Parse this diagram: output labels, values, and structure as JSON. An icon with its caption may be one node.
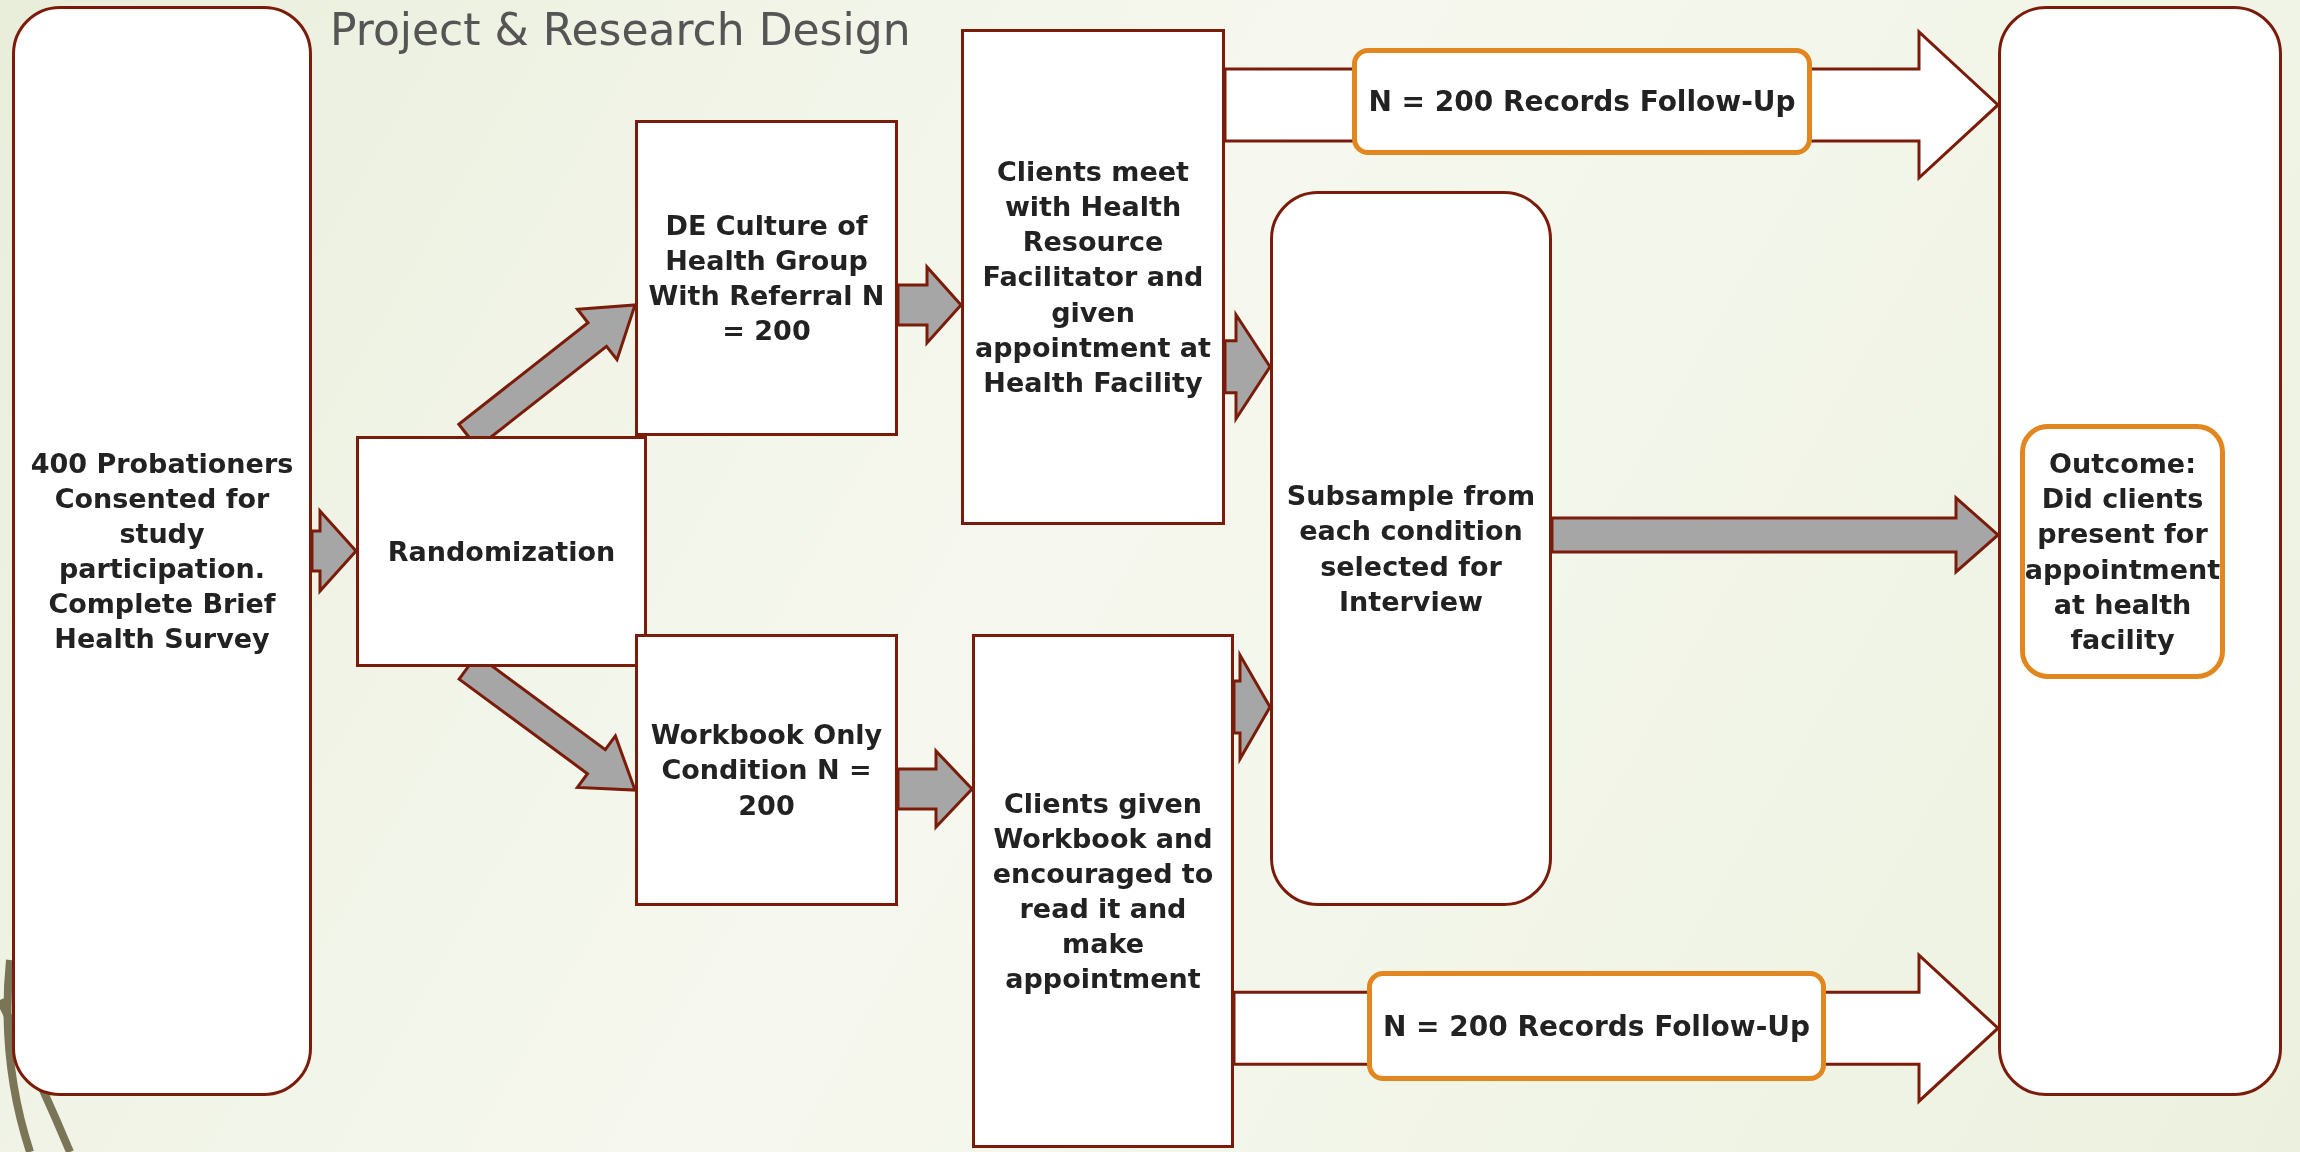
{
  "diagram": {
    "title": "Project & Research Design",
    "nodes": [
      {
        "text": [
          "400 Probationers Consented for study participation. Complete Brief Health Survey"
        ]
      },
      {
        "text": [
          "Randomization"
        ]
      },
      {
        "text": [
          "DE Culture of Health Group With Referral N = 200"
        ]
      },
      {
        "text": [
          "Workbook Only Condition N = 200"
        ]
      },
      {
        "text": [
          "Clients meet with Health Resource Facilitator and given appointment at Health Facility"
        ]
      },
      {
        "text": [
          "Clients given Workbook and encouraged to read it and make appointment"
        ]
      },
      {
        "text": [
          "Subsample from each condition selected for Interview"
        ]
      },
      {
        "text": [],
        "shape": "box"
      },
      {
        "text": [
          "Outcome: Did clients present for appointment at health facility"
        ],
        "in": 7
      }
    ],
    "edges": [
      {
        "from": 0,
        "to": 1,
        "arrow": "to"
      },
      {
        "from": 1,
        "to": 2,
        "arrow": "to"
      },
      {
        "from": 1,
        "to": 3,
        "arrow": "to"
      },
      {
        "from": 2,
        "to": 4,
        "arrow": "to"
      },
      {
        "from": 3,
        "to": 5,
        "arrow": "to"
      },
      {
        "from": 4,
        "to": 6,
        "arrow": "to"
      },
      {
        "from": 5,
        "to": 6,
        "arrow": "to"
      },
      {
        "from": 6,
        "to": 7,
        "arrow": "to"
      },
      {
        "from": 4,
        "to": 7,
        "arrow": "to",
        "label": "N = 200 Records Follow-Up",
        "color": "#ffffff"
      },
      {
        "from": 5,
        "to": 7,
        "arrow": "to",
        "label": "N = 200 Records Follow-Up",
        "color": "#ffffff"
      }
    ]
  }
}
